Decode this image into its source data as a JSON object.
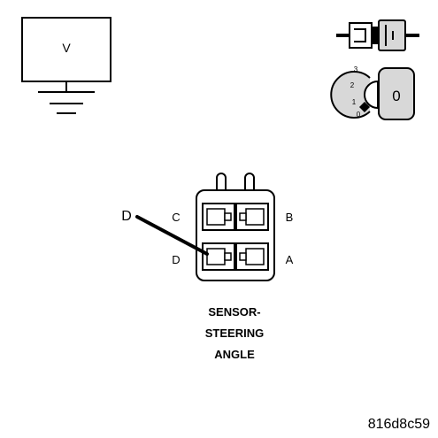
{
  "voltmeter": {
    "label": "V"
  },
  "ignition": {
    "key_number": "0",
    "positions": [
      "3",
      "2",
      "1",
      "0"
    ]
  },
  "connector": {
    "pin_labels": {
      "top_left": "C",
      "top_right": "B",
      "bottom_left": "D",
      "bottom_right": "A"
    },
    "probe_label": "D"
  },
  "caption": {
    "lines": [
      "SENSOR-",
      "STEERING",
      "ANGLE"
    ]
  },
  "figure_id": "816d8c59"
}
